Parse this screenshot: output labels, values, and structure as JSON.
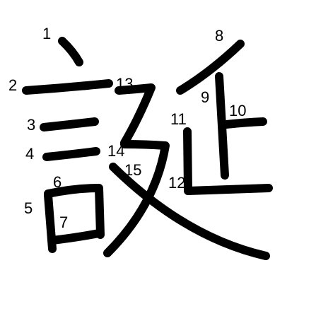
{
  "stroke_numbers": [
    "1",
    "2",
    "3",
    "4",
    "5",
    "6",
    "7",
    "8",
    "9",
    "10",
    "11",
    "12",
    "13",
    "14",
    "15"
  ]
}
